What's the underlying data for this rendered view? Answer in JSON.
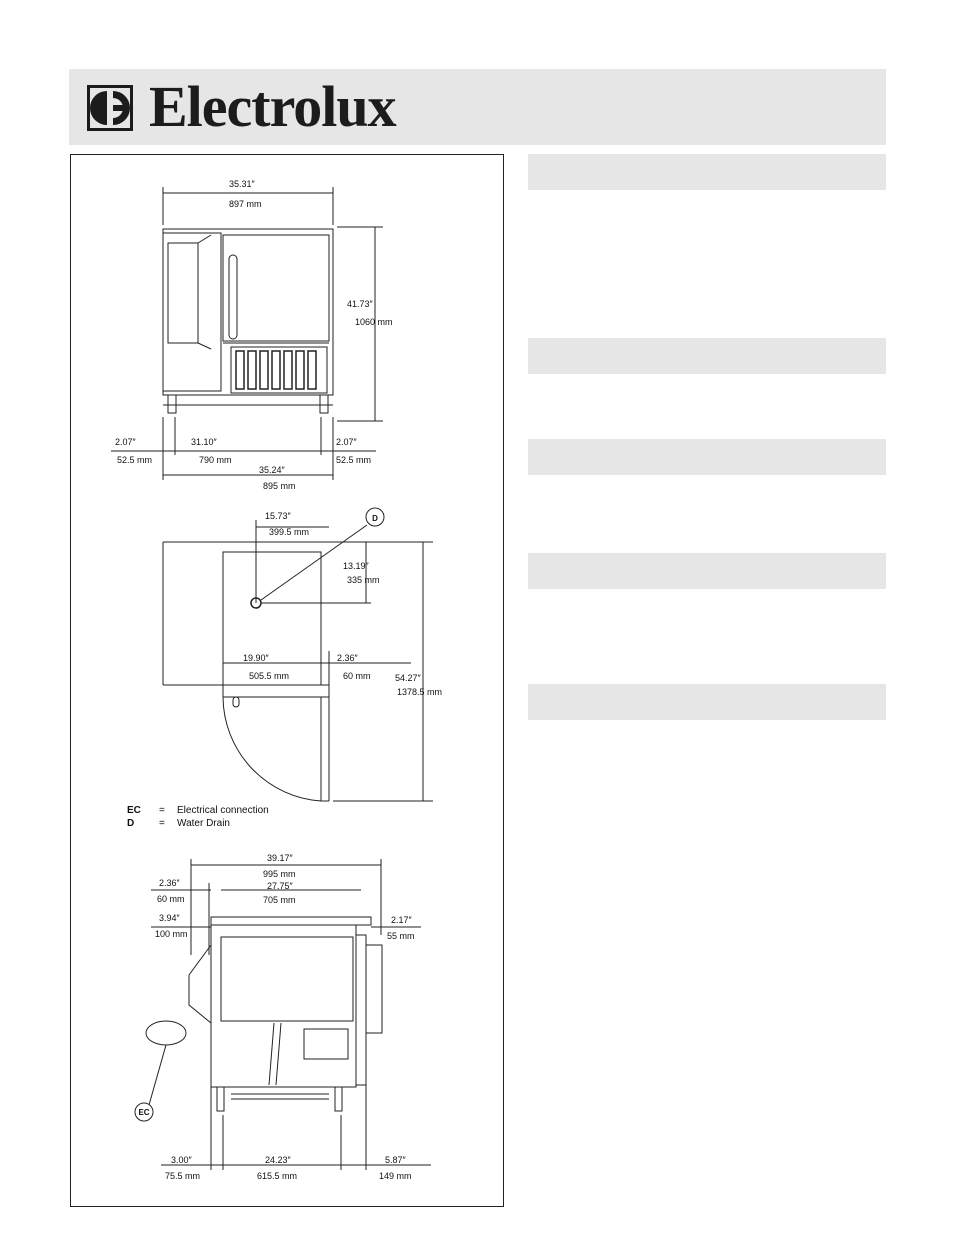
{
  "brand": {
    "name": "Electrolux"
  },
  "front_view": {
    "width_in": "35.31″",
    "width_mm": "897 mm",
    "height_in": "41.73″",
    "height_mm": "1060 mm",
    "left_in": "2.07″",
    "left_mm": "52.5 mm",
    "center_in": "31.10″",
    "center_mm": "790 mm",
    "right_in": "2.07″",
    "right_mm": "52.5 mm",
    "base_in": "35.24″",
    "base_mm": "895 mm"
  },
  "top_view": {
    "drain_label": "D",
    "drain_x_in": "15.73″",
    "drain_x_mm": "399.5 mm",
    "drain_y_in": "13.19″",
    "drain_y_mm": "335 mm",
    "inner_in": "19.90″",
    "inner_mm": "505.5 mm",
    "side_in": "2.36″",
    "side_mm": "60 mm",
    "depth_in": "54.27″",
    "depth_mm": "1378.5 mm"
  },
  "legend": [
    {
      "code": "EC",
      "eq": "=",
      "text": "Electrical connection"
    },
    {
      "code": "D",
      "eq": "=",
      "text": "Water Drain"
    }
  ],
  "side_view": {
    "ec_label": "EC",
    "overall_in": "39.17″",
    "overall_mm": "995 mm",
    "left_in": "2.36″",
    "left_mm": "60 mm",
    "body_in": "27.75″",
    "body_mm": "705 mm",
    "front_in": "3.94″",
    "front_mm": "100 mm",
    "right_in": "2.17″",
    "right_mm": "55 mm",
    "b_left_in": "3.00″",
    "b_left_mm": "75.5 mm",
    "b_center_in": "24.23″",
    "b_center_mm": "615.5 mm",
    "b_right_in": "5.87″",
    "b_right_mm": "149 mm"
  }
}
